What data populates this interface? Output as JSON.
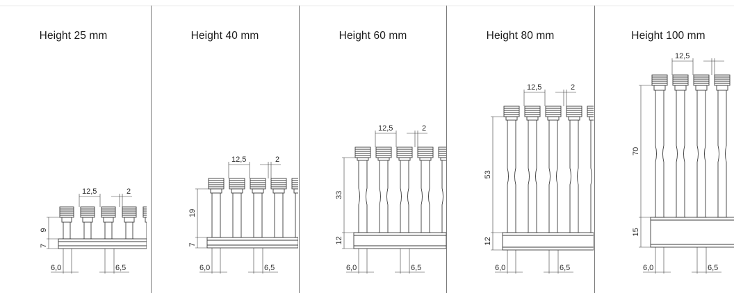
{
  "panels": [
    {
      "title": "Height 25 mm",
      "pitch_label": "12,5",
      "gap_label": "2",
      "base_label": "7",
      "pillar_label": "9",
      "left_dim_label": "6,0",
      "right_dim_label": "6,5"
    },
    {
      "title": "Height 40 mm",
      "pitch_label": "12,5",
      "gap_label": "2",
      "base_label": "7",
      "pillar_label": "19",
      "left_dim_label": "6,0",
      "right_dim_label": "6,5"
    },
    {
      "title": "Height 60 mm",
      "pitch_label": "12,5",
      "gap_label": "2",
      "base_label": "12",
      "pillar_label": "33",
      "left_dim_label": "6,0",
      "right_dim_label": "6,5"
    },
    {
      "title": "Height 80 mm",
      "pitch_label": "12,5",
      "gap_label": "2",
      "base_label": "12",
      "pillar_label": "53",
      "left_dim_label": "6,0",
      "right_dim_label": "6,5"
    },
    {
      "title": "Height 100 mm",
      "pitch_label": "12,5",
      "gap_label": "",
      "base_label": "15",
      "pillar_label": "70",
      "left_dim_label": "6,0",
      "right_dim_label": "6,5"
    }
  ],
  "colors": {
    "line": "#3a3a3a",
    "divider": "#7a7a7a",
    "text": "#1a1a1a"
  }
}
